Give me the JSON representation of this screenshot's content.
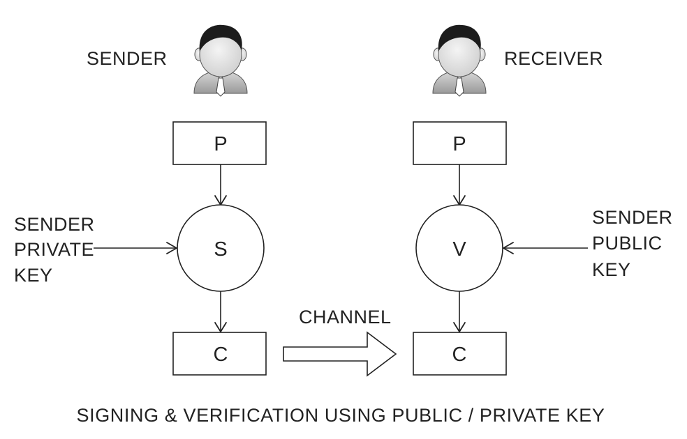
{
  "sender": {
    "label": "SENDER",
    "plaintext": "P",
    "signing_node": "S",
    "output": "C",
    "key_label_lines": [
      "SENDER",
      "PRIVATE",
      "KEY"
    ]
  },
  "receiver": {
    "label": "RECEIVER",
    "plaintext": "P",
    "verify_node": "V",
    "output": "C",
    "key_label_lines": [
      "SENDER",
      "PUBLIC",
      "KEY"
    ]
  },
  "channel_label": "CHANNEL",
  "caption": "SIGNING & VERIFICATION USING PUBLIC / PRIVATE KEY",
  "icons": {
    "sender_avatar": "person-icon",
    "receiver_avatar": "person-icon"
  },
  "colors": {
    "stroke": "#222222",
    "hair": "#1c1c1c",
    "skin": "#e6e6e6",
    "shirt": "#bdbdbd"
  }
}
